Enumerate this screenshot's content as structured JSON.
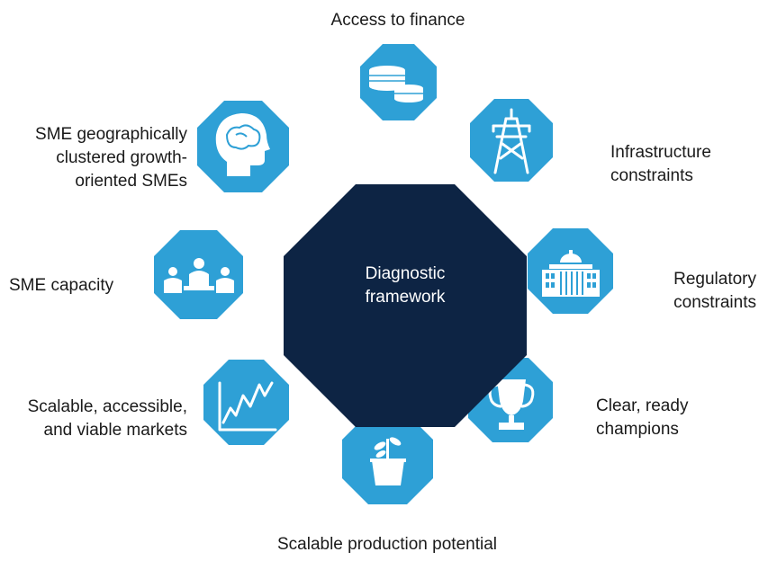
{
  "diagram": {
    "center": {
      "line1": "Diagnostic",
      "line2": "framework"
    },
    "colors": {
      "node_fill": "#2ea0d6",
      "center_fill": "#0d2444",
      "icon": "#ffffff",
      "text": "#1a1a1a"
    },
    "nodes": [
      {
        "id": "access-to-finance",
        "icon": "coins-icon",
        "lines": [
          "Access to finance"
        ]
      },
      {
        "id": "infrastructure-constraints",
        "icon": "transmission-tower-icon",
        "lines": [
          "Infrastructure",
          "constraints"
        ]
      },
      {
        "id": "regulatory-constraints",
        "icon": "government-building-icon",
        "lines": [
          "Regulatory",
          "constraints"
        ]
      },
      {
        "id": "clear-ready-champions",
        "icon": "trophy-icon",
        "lines": [
          "Clear, ready",
          "champions"
        ]
      },
      {
        "id": "scalable-production-potential",
        "icon": "plant-pot-icon",
        "lines": [
          "Scalable production potential"
        ]
      },
      {
        "id": "scalable-markets",
        "icon": "line-chart-icon",
        "lines": [
          "Scalable, accessible,",
          "and viable markets"
        ]
      },
      {
        "id": "sme-capacity",
        "icon": "meeting-people-icon",
        "lines": [
          "SME capacity"
        ]
      },
      {
        "id": "sme-clustered",
        "icon": "head-brain-icon",
        "lines": [
          "SME geographically",
          "clustered growth-",
          "oriented SMEs"
        ]
      }
    ]
  }
}
